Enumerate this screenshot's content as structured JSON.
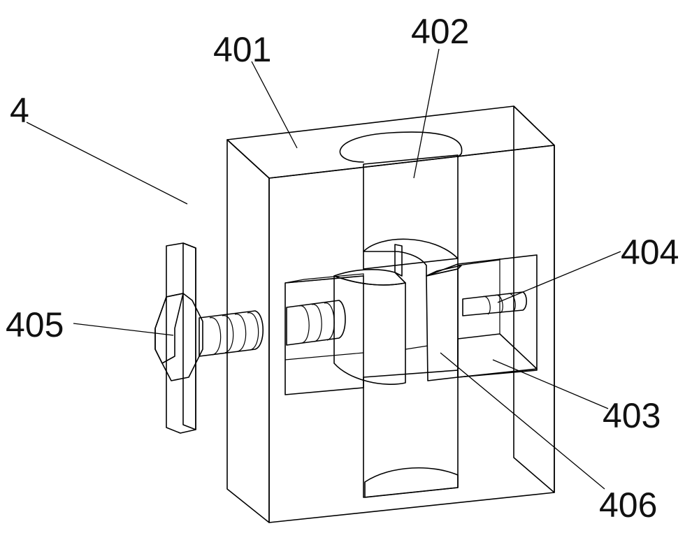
{
  "labels": {
    "assembly": "4",
    "body": "401",
    "bore": "402",
    "slot": "403",
    "screw": "404",
    "handle": "405",
    "clamp": "406"
  },
  "colors": {
    "face_front": "#f3f3f3",
    "face_top": "#fbfbfb",
    "face_side": "#dcdcdc",
    "face_dark": "#c4c4c4",
    "line": "#000000"
  }
}
